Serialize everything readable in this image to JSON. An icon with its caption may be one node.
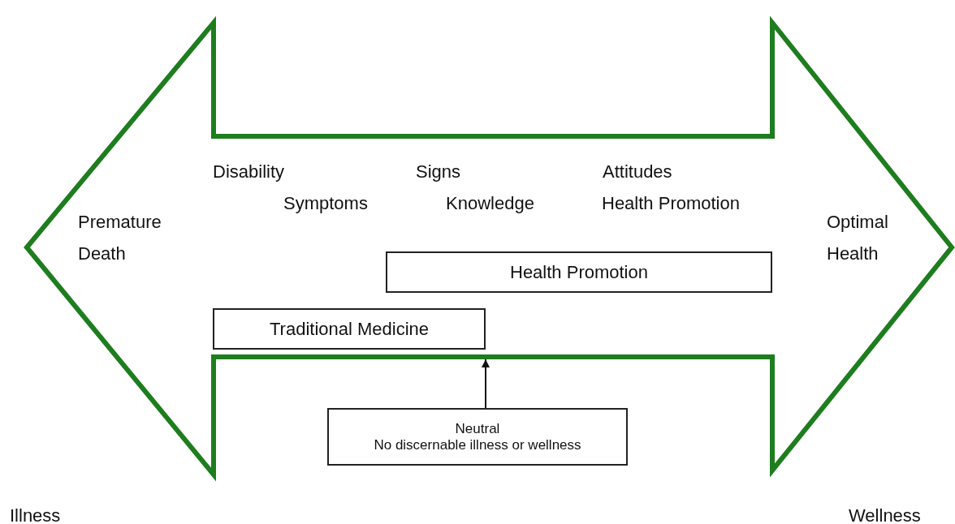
{
  "diagram": {
    "nodes": [
      {
        "text": [],
        "shape": "arrow"
      },
      {
        "text": [
          "Health Promotion"
        ],
        "in": 0
      },
      {
        "text": [
          "Traditional Medicine"
        ],
        "in": 0
      },
      {
        "text": [
          "Neutral",
          "No discernable illness or wellness"
        ]
      }
    ],
    "edges": [
      {
        "from": 3,
        "to": 0,
        "arrow": "to"
      }
    ],
    "labels": [
      "Disability",
      "Signs",
      "Attitudes",
      "Premature Death",
      "Symptoms",
      "Knowledge",
      "Health Promotion",
      "Optimal Health",
      "Illness",
      "Wellness"
    ]
  }
}
